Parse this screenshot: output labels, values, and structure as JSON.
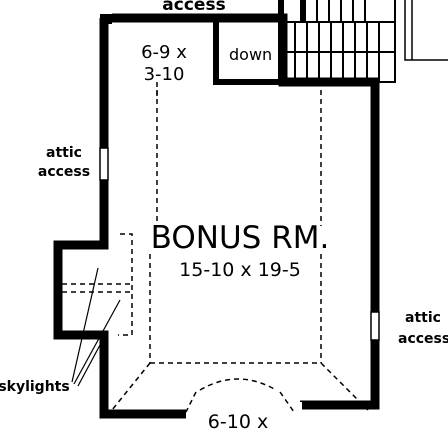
{
  "labels": {
    "access_top": "access",
    "closet_dim_1": "6-9 x",
    "closet_dim_2": "3-10",
    "down": "down",
    "attic_left_1": "attic",
    "attic_left_2": "access",
    "room_name": "BONUS RM.",
    "room_dims": "15-10 x 19-5",
    "attic_right_1": "attic",
    "attic_right_2": "access",
    "skylights": "skylights",
    "bay_dims": "6-10 x"
  }
}
